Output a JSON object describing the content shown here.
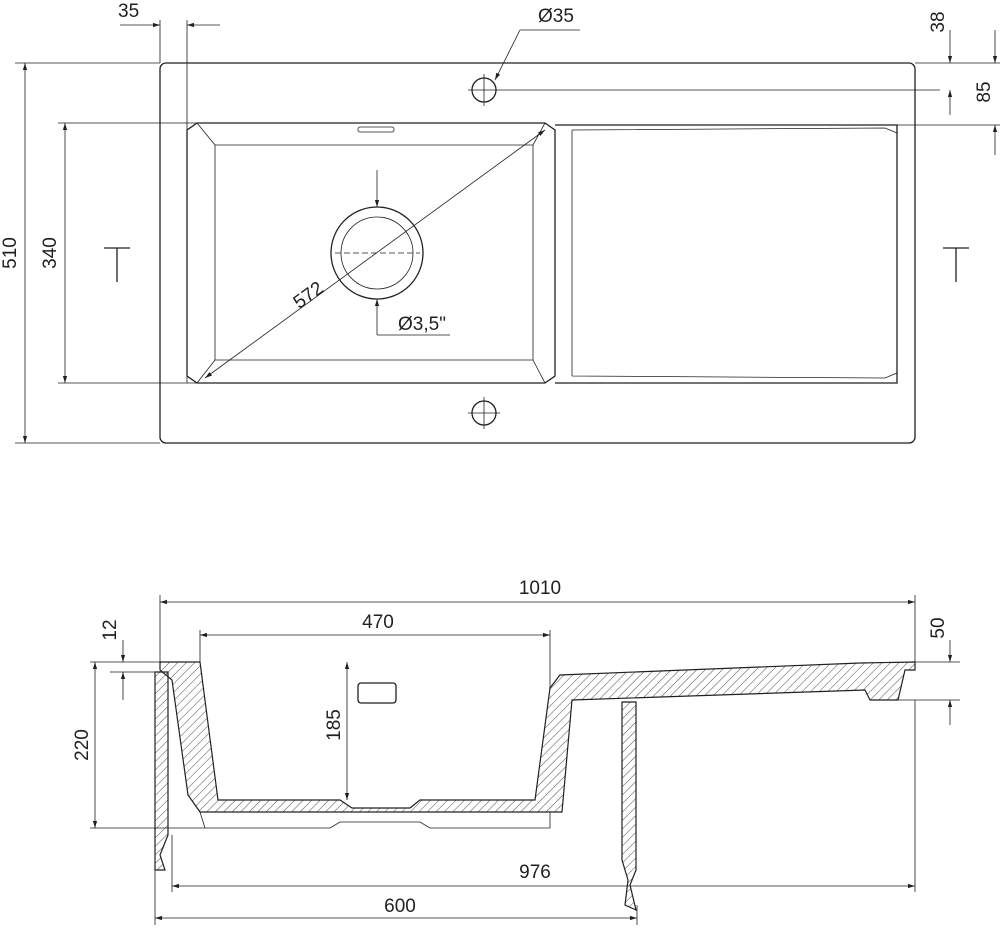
{
  "title": "Sink technical drawing",
  "top_view": {
    "dims": {
      "flange_width": "35",
      "tap_hole_diameter": "Ø35",
      "tap_hole_offset": "38",
      "bowl_offset": "85",
      "total_depth": "510",
      "bowl_depth": "340",
      "bowl_diagonal": "572",
      "drain_diameter": "Ø3,5\""
    }
  },
  "side_view": {
    "dims": {
      "total_width": "1010",
      "bowl_width": "470",
      "rim_thickness": "12",
      "drainboard_height": "50",
      "bowl_height": "185",
      "total_height": "220",
      "cutout_width": "976",
      "min_cabinet": "600"
    }
  }
}
